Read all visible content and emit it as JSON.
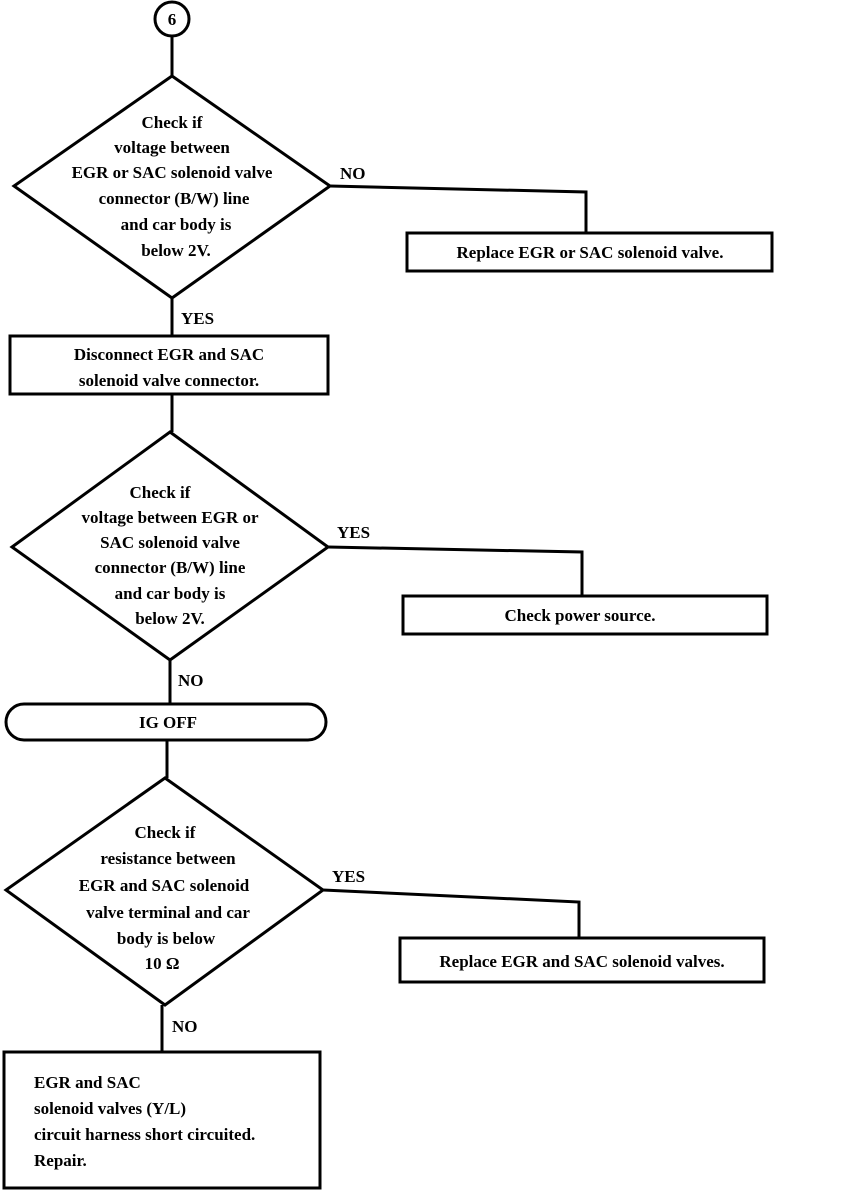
{
  "connector": {
    "label": "6"
  },
  "decisions": [
    {
      "lines": [
        "Check if",
        "voltage between",
        "EGR or SAC solenoid valve",
        "connector (B/W) line",
        "and car body is",
        "below 2V."
      ]
    },
    {
      "lines": [
        "Check if",
        "voltage between EGR or",
        "SAC solenoid valve",
        "connector (B/W) line",
        "and car body is",
        "below 2V."
      ]
    },
    {
      "lines": [
        "Check if",
        "resistance between",
        "EGR and SAC solenoid",
        "valve terminal and car",
        "body is below",
        "10 Ω"
      ]
    }
  ],
  "actions": {
    "replace_valve": "Replace EGR or SAC solenoid valve.",
    "disconnect": [
      "Disconnect EGR and SAC",
      "solenoid valve connector."
    ],
    "check_power": "Check power source.",
    "ig_off": "IG OFF",
    "replace_valves": "Replace EGR and SAC solenoid valves.",
    "repair": [
      "EGR and SAC",
      "solenoid valves (Y/L)",
      "circuit harness short circuited.",
      "Repair."
    ]
  },
  "branch_labels": {
    "d1_no": "NO",
    "d1_yes": "YES",
    "d2_yes": "YES",
    "d2_no": "NO",
    "d3_yes": "YES",
    "d3_no": "NO"
  }
}
